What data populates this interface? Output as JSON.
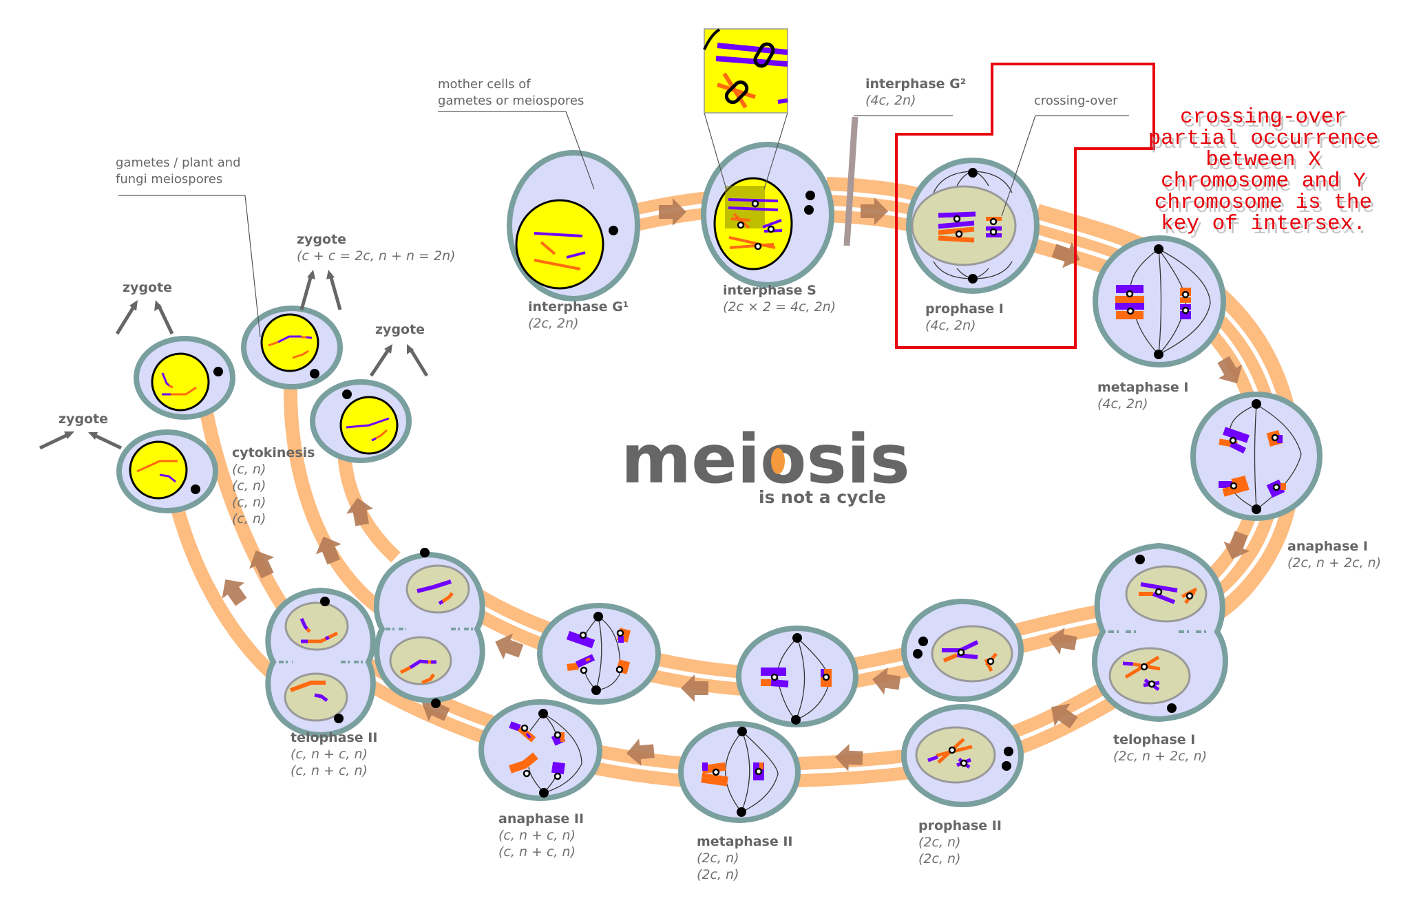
{
  "diagram": {
    "logo": {
      "title": "meiosis",
      "subtitle": "is not a cycle",
      "accent_color": "#f49a3c"
    },
    "annotations": {
      "mother_cells": [
        "mother cells of",
        "gametes or meiospores"
      ],
      "gametes": [
        "gametes / plant and",
        "fungi meiospores"
      ],
      "crossing_over": "crossing-over"
    },
    "stages": {
      "interphase_g1": {
        "title": "interphase G¹",
        "lines": [
          "(2c, 2n)"
        ]
      },
      "interphase_s": {
        "title": "interphase S",
        "lines": [
          "(2c × 2 = 4c, 2n)"
        ]
      },
      "interphase_g2": {
        "title": "interphase G²",
        "lines": [
          "(4c, 2n)"
        ]
      },
      "prophase_1": {
        "title": "prophase I",
        "lines": [
          "(4c, 2n)"
        ]
      },
      "metaphase_1": {
        "title": "metaphase I",
        "lines": [
          "(4c, 2n)"
        ]
      },
      "anaphase_1": {
        "title": "anaphase I",
        "lines": [
          "(2c, n + 2c, n)"
        ]
      },
      "telophase_1": {
        "title": "telophase I",
        "lines": [
          "(2c, n + 2c, n)"
        ]
      },
      "prophase_2": {
        "title": "prophase II",
        "lines": [
          "(2c, n)",
          "(2c, n)"
        ]
      },
      "metaphase_2": {
        "title": "metaphase II",
        "lines": [
          "(2c, n)",
          "(2c, n)"
        ]
      },
      "anaphase_2": {
        "title": "anaphase II",
        "lines": [
          "(c, n + c, n)",
          "(c, n + c, n)"
        ]
      },
      "telophase_2": {
        "title": "telophase II",
        "lines": [
          "(c, n + c, n)",
          "(c, n + c, n)"
        ]
      },
      "cytokinesis": {
        "title": "cytokinesis",
        "lines": [
          "(c, n)",
          "(c, n)",
          "(c, n)",
          "(c, n)"
        ]
      }
    },
    "zygotes": [
      {
        "title": "zygote",
        "lines": []
      },
      {
        "title": "zygote",
        "lines": [
          "(c + c = 2c, n + n = 2n)"
        ]
      },
      {
        "title": "zygote",
        "lines": []
      },
      {
        "title": "zygote",
        "lines": []
      }
    ],
    "overlay_note": {
      "lines": [
        "crossing-over",
        "partial occurrence",
        "between X",
        "chromosome and Y",
        "chromosome is the",
        "key of intersex."
      ],
      "color": "#e8000b"
    },
    "colors": {
      "cell_fill": "#d9dbfa",
      "cell_border": "#7a9f9f",
      "nucleus_interphase": "#ffff00",
      "nucleus_prophase": "#d9d9b0",
      "chromosome_paternal": "#7000ff",
      "chromosome_maternal": "#ff6a10",
      "pathway": "#fdbc80",
      "flow_arrow": "#b27a55",
      "text": "#666666"
    }
  }
}
